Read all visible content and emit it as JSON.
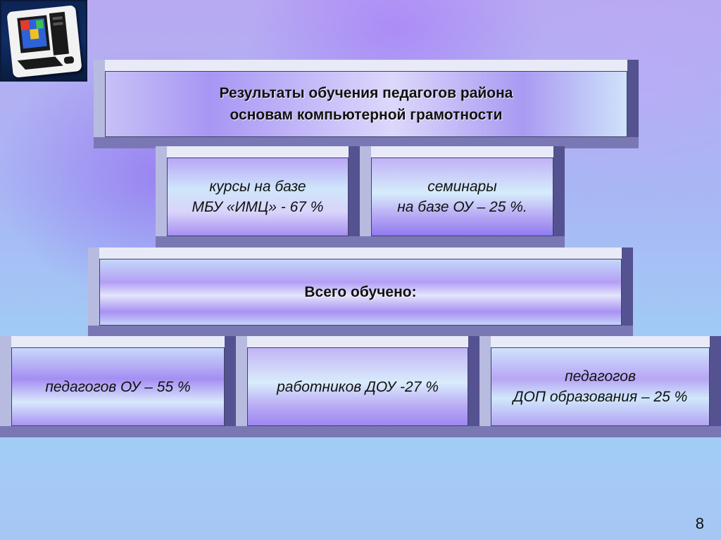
{
  "title": {
    "line1": "Результаты обучения педагогов района",
    "line2": "основам компьютерной грамотности"
  },
  "row1": [
    {
      "line1": "курсы на базе",
      "line2": "МБУ «ИМЦ» - 67 %"
    },
    {
      "line1": "семинары",
      "line2": "на базе ОУ – 25 %."
    }
  ],
  "total": {
    "label": "Всего обучено:"
  },
  "row3": [
    {
      "line1": "педагогов ОУ – 55 %"
    },
    {
      "line1": "работников  ДОУ -27 %"
    },
    {
      "line1": "педагогов",
      "line2": "ДОП образования – 25 %"
    }
  ],
  "page_number": "8",
  "icons": {
    "logo": "computer-logo-icon"
  },
  "colors": {
    "frame_dark": "#545290",
    "frame_light": "#e8eaf8",
    "text": "#111111"
  }
}
